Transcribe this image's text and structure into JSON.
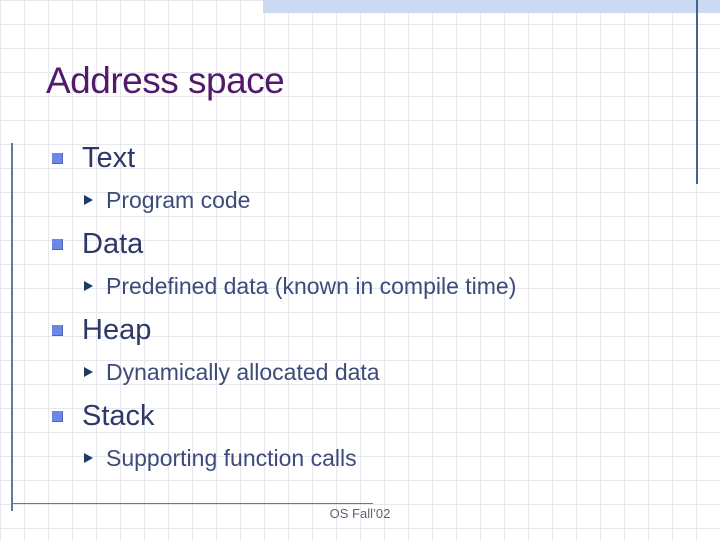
{
  "theme": {
    "accent-bar": "#ccd9f3",
    "right-line": "#44658a",
    "guide-line": "#66789b",
    "grid-line": "#e6e8ee",
    "title-color": "#511a6b",
    "main-text": "#2f3768",
    "sub-text": "#3d4b7a",
    "square-bullet": "#6e86e6",
    "arrow-bullet": "#1c3c64",
    "footer-color": "#5b6472"
  },
  "slide": {
    "title": "Address space",
    "footer": "OS Fall’02",
    "items": [
      {
        "label": "Text",
        "sub": "Program code"
      },
      {
        "label": "Data",
        "sub": "Predefined data (known in compile time)"
      },
      {
        "label": "Heap",
        "sub": "Dynamically allocated data"
      },
      {
        "label": "Stack",
        "sub": "Supporting function calls"
      }
    ]
  }
}
